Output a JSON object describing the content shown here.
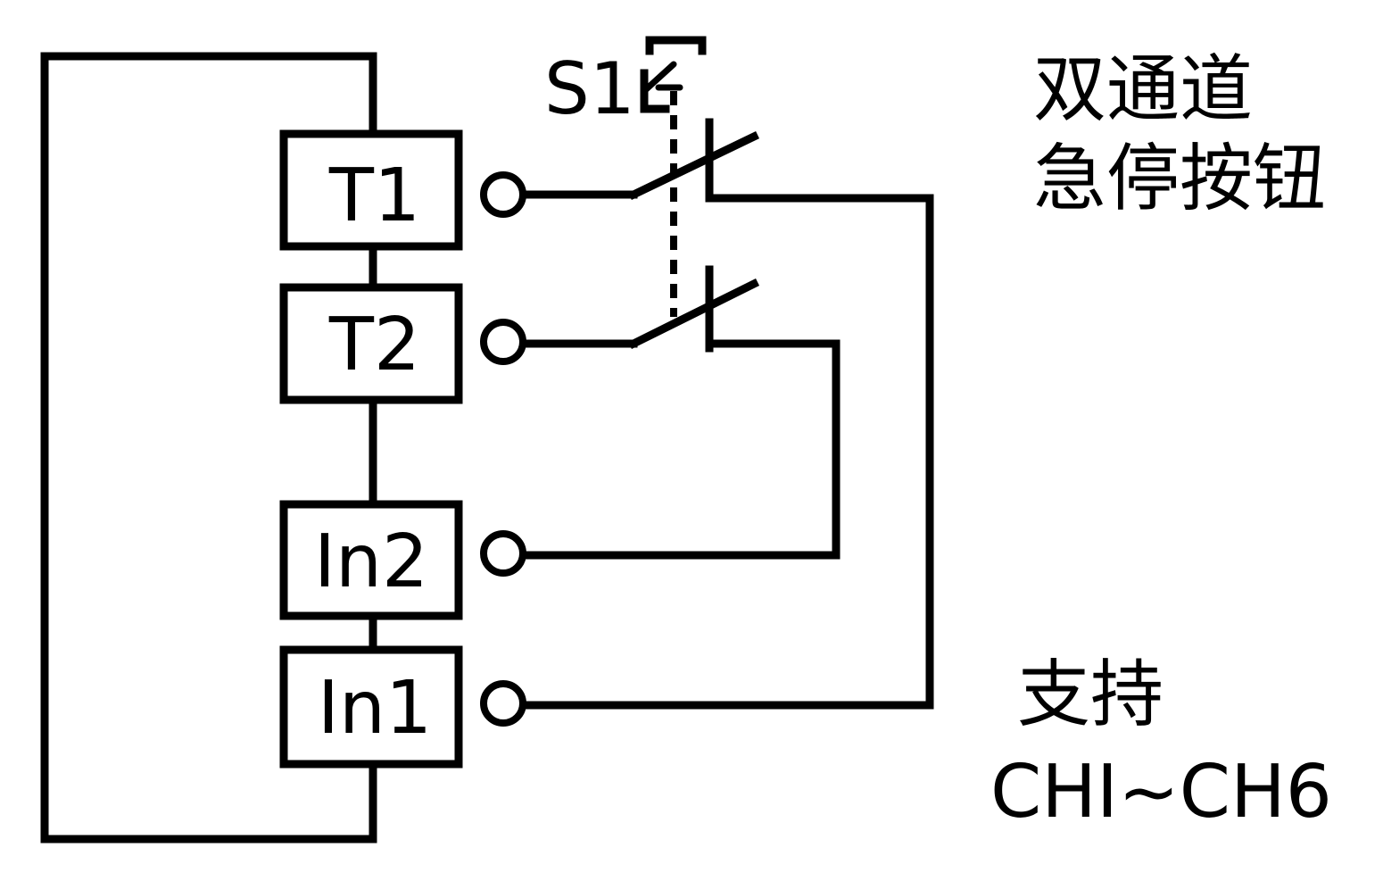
{
  "switch_label": "S1",
  "terminals": {
    "t1": "T1",
    "t2": "T2",
    "in2": "In2",
    "in1": "In1"
  },
  "note_top": {
    "line1": "双通道",
    "line2": "急停按钮"
  },
  "note_bottom": {
    "line1": "支持",
    "line2": "CHI~CH6"
  },
  "colors": {
    "ink": "#000000",
    "background": "#ffffff"
  }
}
